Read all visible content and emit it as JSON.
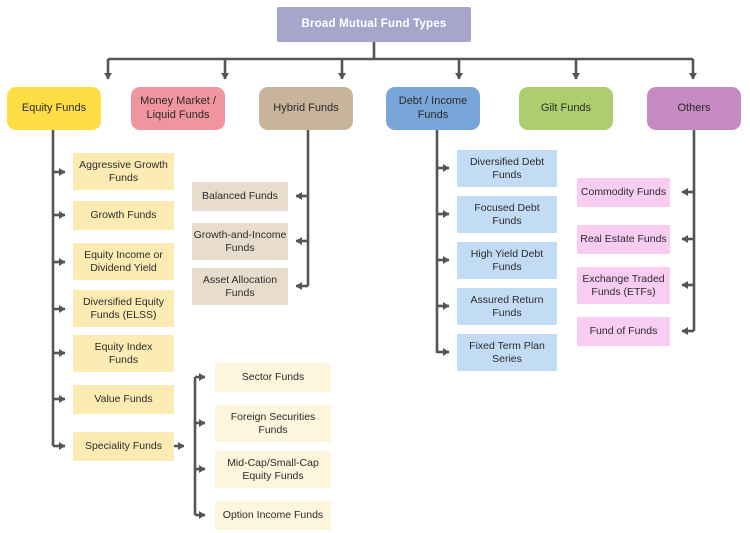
{
  "title": "Broad Mutual Fund Types",
  "colors": {
    "root": "#a8a5cd",
    "equity": "#ffdd44",
    "money_market": "#f0949e",
    "hybrid": "#c8b49b",
    "debt": "#79a6d8",
    "gilt": "#adce6f",
    "others": "#c68ac2",
    "equity_leaf": "#fcecb4",
    "hybrid_leaf": "#e8ddcd",
    "debt_leaf": "#c3dcf5",
    "others_leaf": "#f9ccf2",
    "speciality_leaf": "#fdf5dc",
    "connector": "#555555",
    "root_text": "#ffffff",
    "node_text": "#2b2b2b"
  },
  "root": {
    "label": "Broad Mutual Fund Types"
  },
  "categories": [
    {
      "id": "equity",
      "label": "Equity Funds"
    },
    {
      "id": "money_market",
      "label": "Money Market /\nLiquid Funds"
    },
    {
      "id": "hybrid",
      "label": "Hybrid Funds"
    },
    {
      "id": "debt",
      "label": "Debt / Income\nFunds"
    },
    {
      "id": "gilt",
      "label": "Gilt Funds"
    },
    {
      "id": "others",
      "label": "Others"
    }
  ],
  "equity_children": [
    {
      "label": "Aggressive Growth\nFunds"
    },
    {
      "label": "Growth Funds"
    },
    {
      "label": "Equity Income or\nDividend Yield"
    },
    {
      "label": "Diversified Equity\nFunds (ELSS)"
    },
    {
      "label": "Equity Index\nFunds"
    },
    {
      "label": "Value Funds"
    },
    {
      "label": "Speciality Funds"
    }
  ],
  "speciality_children": [
    {
      "label": "Sector Funds"
    },
    {
      "label": "Foreign Securities\nFunds"
    },
    {
      "label": "Mid-Cap/Small-Cap\nEquity Funds"
    },
    {
      "label": "Option Income Funds"
    }
  ],
  "hybrid_children": [
    {
      "label": "Balanced Funds"
    },
    {
      "label": "Growth-and-Income\nFunds"
    },
    {
      "label": "Asset Allocation\nFunds"
    }
  ],
  "debt_children": [
    {
      "label": "Diversified Debt\nFunds"
    },
    {
      "label": "Focused Debt\nFunds"
    },
    {
      "label": "High Yield Debt\nFunds"
    },
    {
      "label": "Assured Return\nFunds"
    },
    {
      "label": "Fixed Term Plan\nSeries"
    }
  ],
  "others_children": [
    {
      "label": "Commodity Funds"
    },
    {
      "label": "Real Estate Funds"
    },
    {
      "label": "Exchange Traded\nFunds (ETFs)"
    },
    {
      "label": "Fund of Funds"
    }
  ]
}
